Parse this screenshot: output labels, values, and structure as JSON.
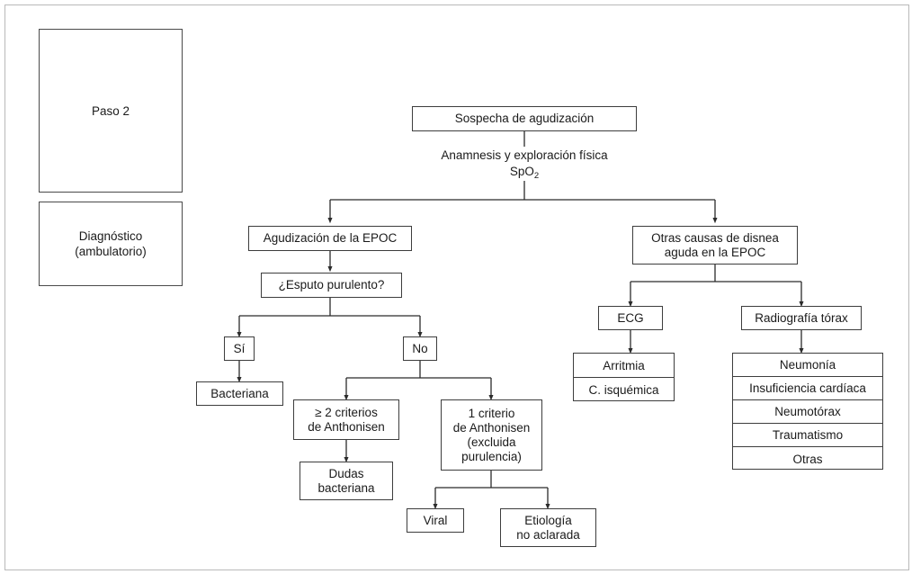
{
  "diagram": {
    "title_step": "Paso 2",
    "title_context": "Diagnóstico\n(ambulatorio)",
    "root": "Sospecha de agudización",
    "assessment_line1": "Anamnesis y exploración física",
    "assessment_line2_prefix": "SpO",
    "assessment_line2_sub": "2",
    "left_branch": "Agudización de la EPOC",
    "left_question": "¿Esputo purulento?",
    "answer_yes": "Sí",
    "answer_no": "No",
    "yes_outcome": "Bacteriana",
    "no_left": "≥ 2 criterios\nde Anthonisen",
    "no_left_outcome": "Dudas\nbacteriana",
    "no_right": "1 criterio\nde Anthonisen\n(excluida\npurulencia)",
    "no_right_outcome_left": "Viral",
    "no_right_outcome_right": "Etiología\nno aclarada",
    "right_branch": "Otras causas de disnea\naguda en la EPOC",
    "right_test_ecg": "ECG",
    "right_test_xray": "Radiografía tórax",
    "ecg_findings": [
      "Arritmia",
      "C. isquémica"
    ],
    "xray_findings": [
      "Neumonía",
      "Insuficiencia cardíaca",
      "Neumotórax",
      "Traumatismo",
      "Otras"
    ],
    "colors": {
      "box_border": "#3d3d3d",
      "frame_border": "#b9b9b9",
      "text": "#1a1a1a",
      "background": "#ffffff",
      "connector": "#2b2b2b"
    }
  }
}
